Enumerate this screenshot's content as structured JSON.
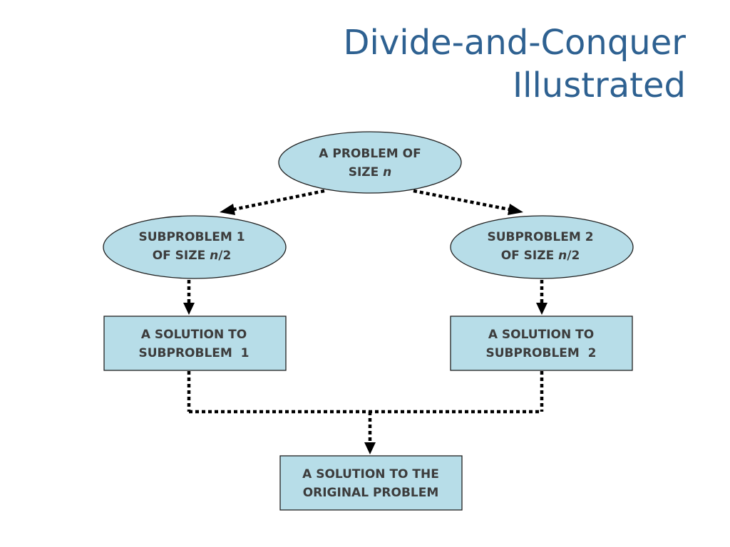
{
  "title": {
    "line1": "Divide-and-Conquer",
    "line2": "Illustrated"
  },
  "diagram": {
    "root": {
      "line1": "A PROBLEM OF",
      "line2_prefix": "SIZE ",
      "line2_var": "n"
    },
    "sub1": {
      "line1": "SUBPROBLEM 1",
      "line2_prefix": "OF SIZE ",
      "line2_var": "n",
      "line2_suffix": "/2"
    },
    "sub2": {
      "line1": "SUBPROBLEM 2",
      "line2_prefix": "OF SIZE ",
      "line2_var": "n",
      "line2_suffix": "/2"
    },
    "sol1": {
      "line1": "A SOLUTION TO",
      "line2": "SUBPROBLEM  1"
    },
    "sol2": {
      "line1": "A SOLUTION TO",
      "line2": "SUBPROBLEM  2"
    },
    "final": {
      "line1": "A SOLUTION TO THE",
      "line2": "ORIGINAL PROBLEM"
    }
  },
  "colors": {
    "title": "#2e6191",
    "node_fill": "#b7dde8",
    "node_stroke": "#1f1f1f",
    "node_text": "#3c3c3c",
    "connector": "#000000"
  }
}
